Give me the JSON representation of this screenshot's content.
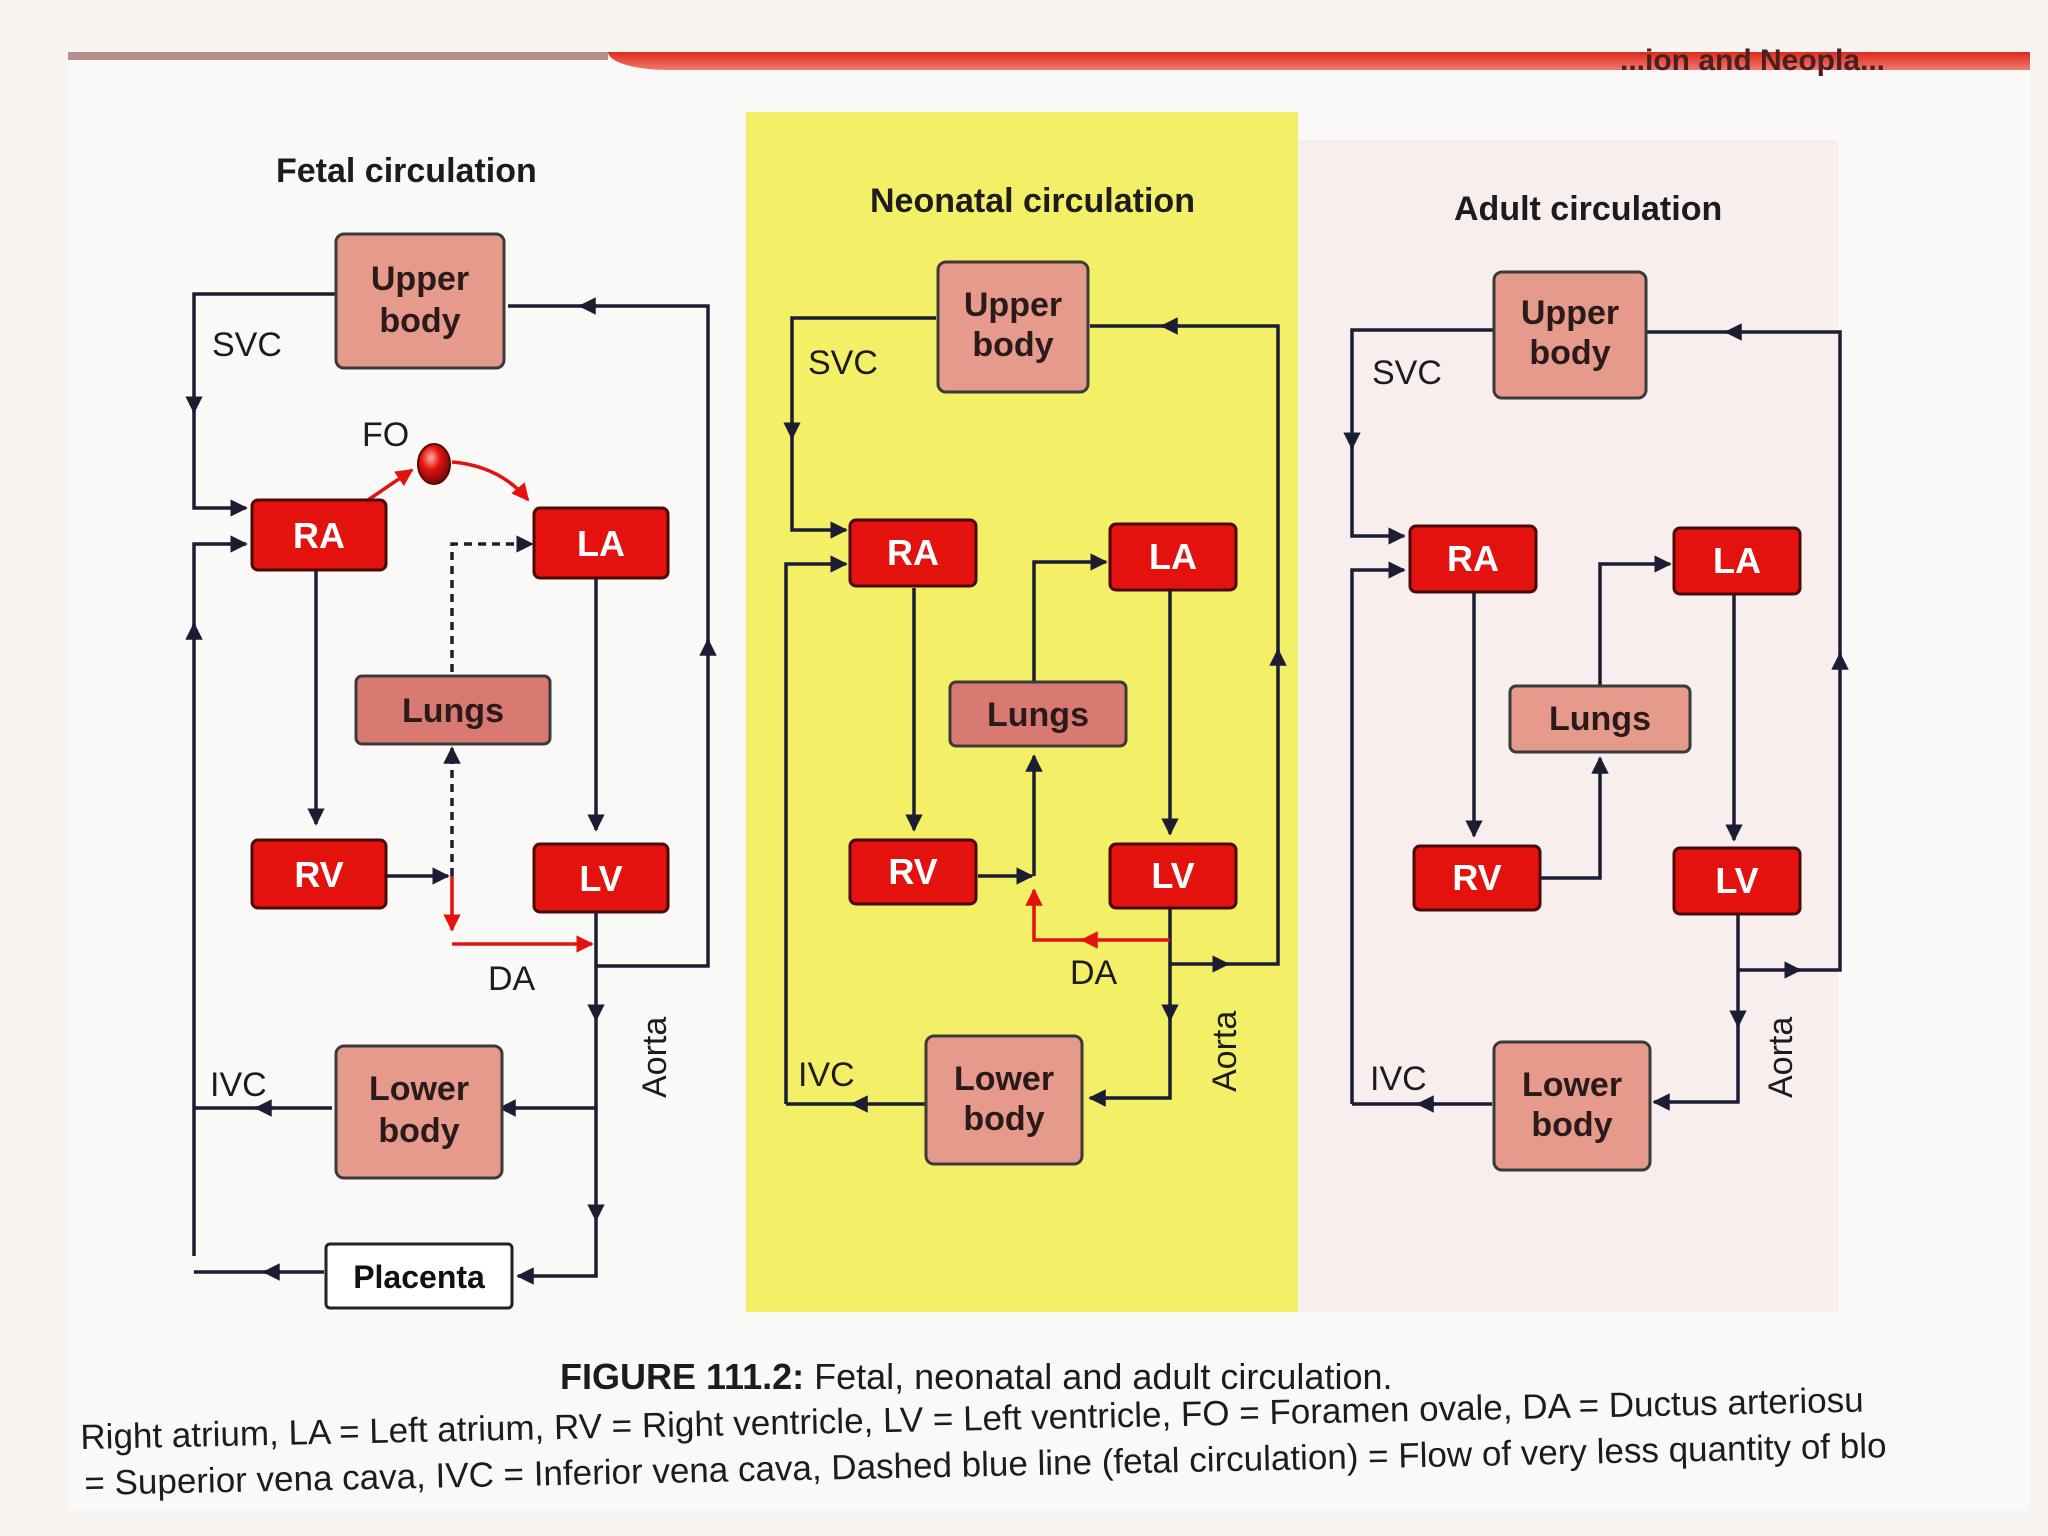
{
  "header": {
    "running_head_fragment": "...ion and Neopla..."
  },
  "panels": {
    "fetal": {
      "title": "Fetal circulation",
      "nodes": {
        "upper_body": [
          "Upper",
          "body"
        ],
        "ra": "RA",
        "la": "LA",
        "lungs": "Lungs",
        "rv": "RV",
        "lv": "LV",
        "lower_body": [
          "Lower",
          "body"
        ],
        "placenta": "Placenta"
      },
      "labels": {
        "svc": "SVC",
        "fo": "FO",
        "da": "DA",
        "ivc": "IVC",
        "aorta": "Aorta"
      }
    },
    "neonatal": {
      "title": "Neonatal circulation",
      "nodes": {
        "upper_body": [
          "Upper",
          "body"
        ],
        "ra": "RA",
        "la": "LA",
        "lungs": "Lungs",
        "rv": "RV",
        "lv": "LV",
        "lower_body": [
          "Lower",
          "body"
        ]
      },
      "labels": {
        "svc": "SVC",
        "da": "DA",
        "ivc": "IVC",
        "aorta": "Aorta"
      }
    },
    "adult": {
      "title": "Adult circulation",
      "nodes": {
        "upper_body": [
          "Upper",
          "body"
        ],
        "ra": "RA",
        "la": "LA",
        "lungs": "Lungs",
        "rv": "RV",
        "lv": "LV",
        "lower_body": [
          "Lower",
          "body"
        ]
      },
      "labels": {
        "svc": "SVC",
        "ivc": "IVC",
        "aorta": "Aorta"
      }
    }
  },
  "caption": {
    "figure_label": "FIGURE 111.2:",
    "figure_text": "Fetal, neonatal and adult circulation.",
    "legend_line1": "Right atrium, LA = Left atrium, RV = Right ventricle, LV = Left ventricle, FO = Foramen ovale, DA = Ductus arteriosu",
    "legend_line2": "= Superior vena cava, IVC = Inferior vena cava, Dashed blue line (fetal circulation) = Flow of very less quantity of blo"
  },
  "colors": {
    "chamber": "#e3120f",
    "body_box": "#e69a8c",
    "neonatal_panel": "#f3ef66",
    "line": "#1b1d33",
    "shunt": "#e3120f"
  }
}
